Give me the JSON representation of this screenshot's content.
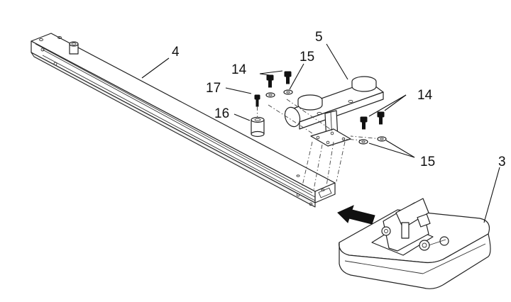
{
  "callouts": {
    "c3": "3",
    "c4": "4",
    "c5": "5",
    "c14_top": "14",
    "c14_right": "14",
    "c15_top": "15",
    "c15_right": "15",
    "c16": "16",
    "c17": "17"
  }
}
